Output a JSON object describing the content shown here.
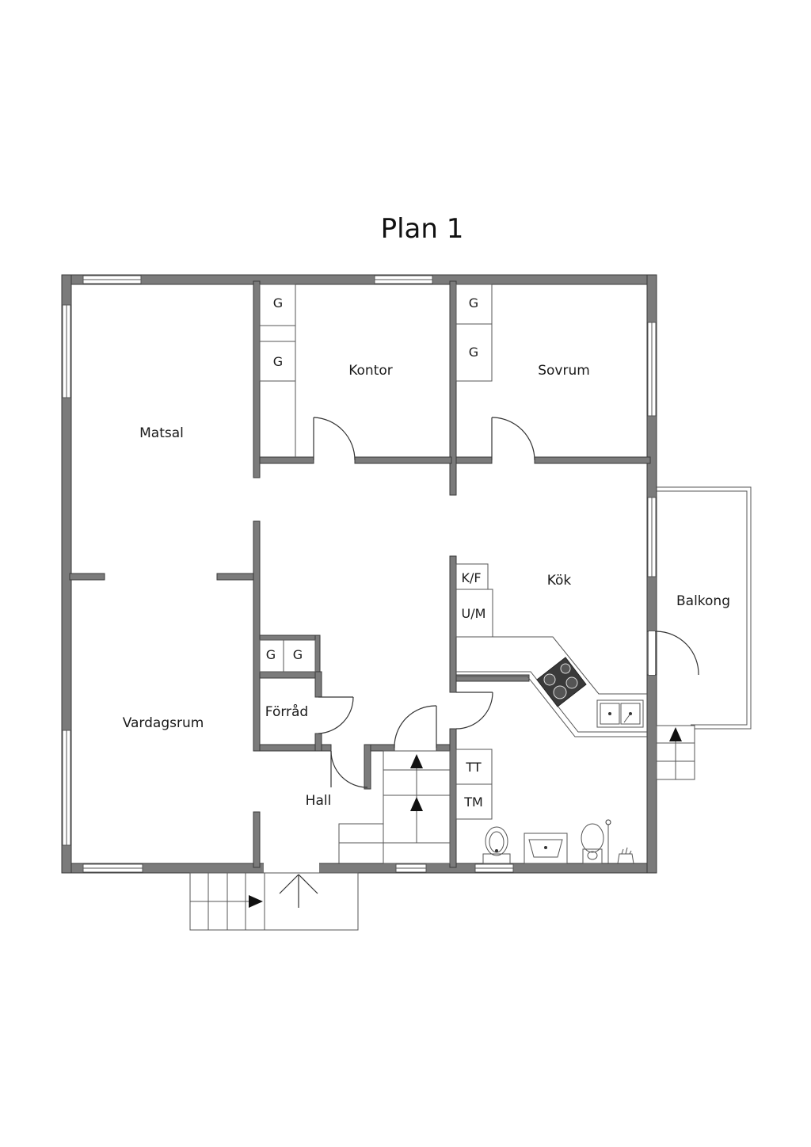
{
  "title": "Plan 1",
  "rooms": {
    "matsal": "Matsal",
    "kontor": "Kontor",
    "sovrum": "Sovrum",
    "kok": "Kök",
    "balkong": "Balkong",
    "vardagsrum": "Vardagsrum",
    "forrad": "Förråd",
    "hall": "Hall"
  },
  "fixtures": {
    "g": "G",
    "kf": "K/F",
    "um": "U/M",
    "tt": "TT",
    "tm": "TM"
  },
  "colors": {
    "wall": "#7b7b7b",
    "line": "#333333"
  }
}
